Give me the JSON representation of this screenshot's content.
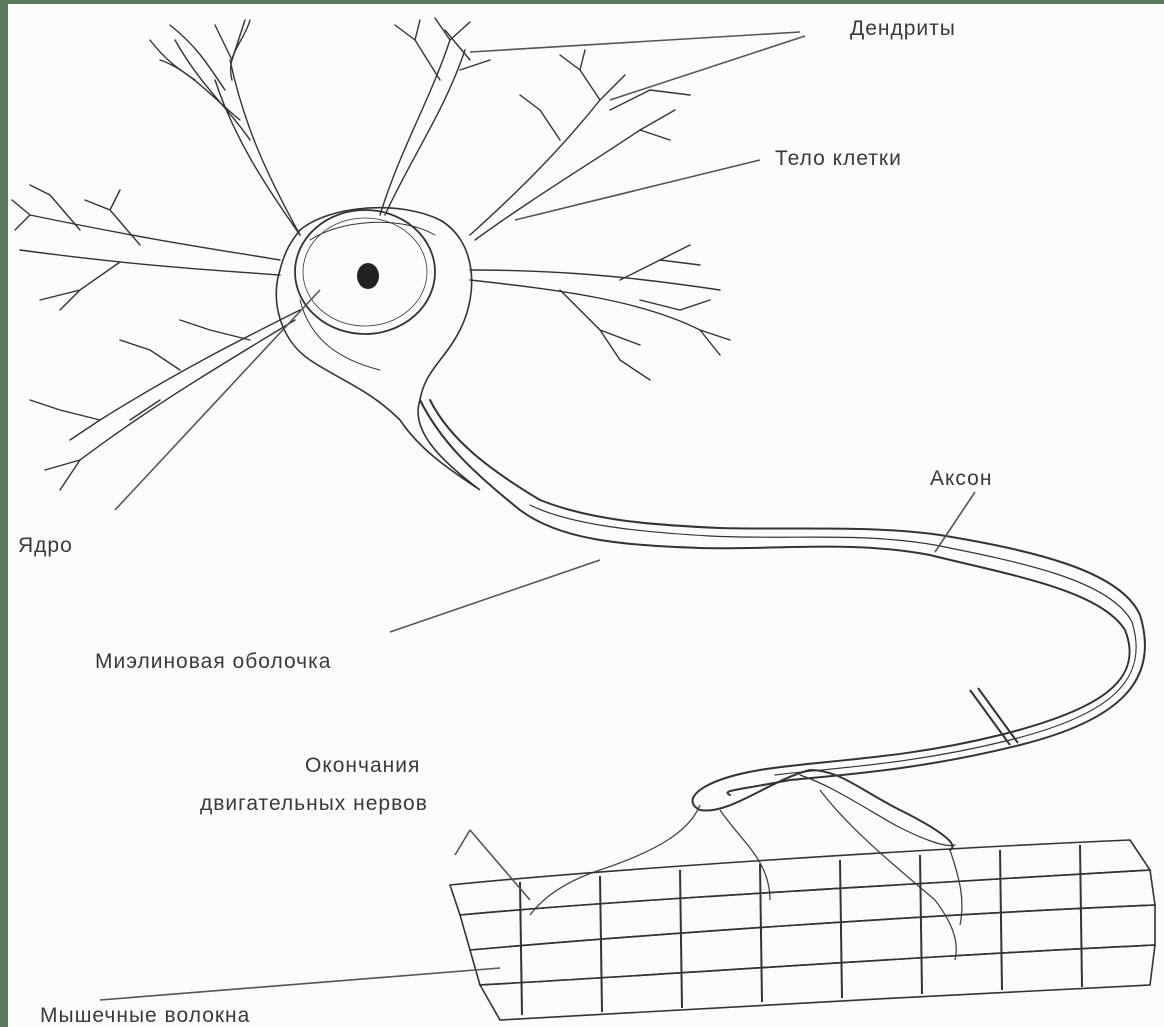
{
  "labels": {
    "dendrites": "Дендриты",
    "cell_body": "Тело клетки",
    "axon": "Аксон",
    "nucleus": "Ядро",
    "myelin_sheath": "Миэлиновая оболочка",
    "motor_endings_line1": "Окончания",
    "motor_endings_line2": "двигательных нервов",
    "muscle_fibers": "Мышечные волокна"
  }
}
